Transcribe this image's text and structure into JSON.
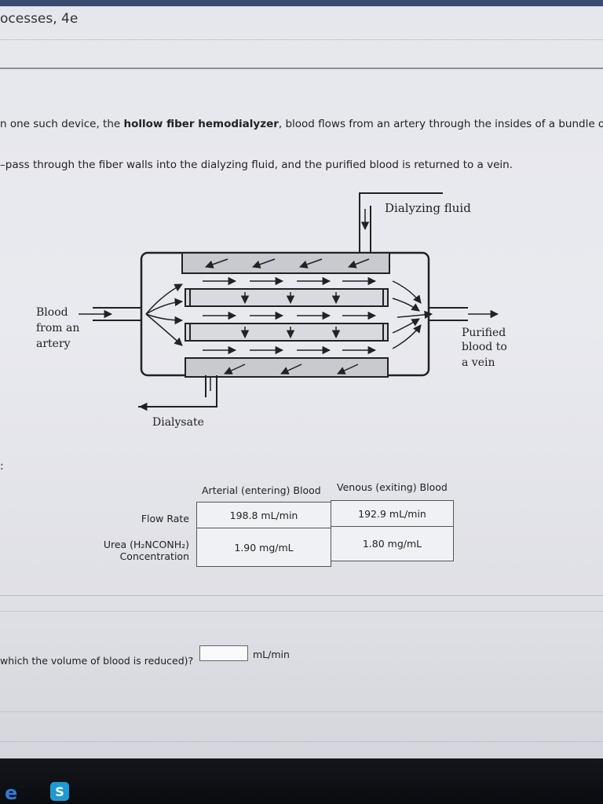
{
  "header": {
    "book_title": "ocesses, 4e"
  },
  "problem": {
    "line1_pre": "n one such device, the ",
    "line1_bold": "hollow fiber hemodialyzer",
    "line1_post": ", blood flows from an artery through the insides of a bundle o",
    "line2": "–pass through the fiber walls into the dialyzing fluid, and the purified blood is returned to a vein."
  },
  "diagram": {
    "dialyzing_fluid": "Dialyzing fluid",
    "blood_in": [
      "Blood",
      "from an",
      "artery"
    ],
    "blood_out": [
      "Purified",
      "blood to",
      "a vein"
    ],
    "dialysate": "Dialysate"
  },
  "side_mark": ":",
  "table": {
    "col_headers": [
      "Arterial (entering) Blood",
      "Venous (exiting) Blood"
    ],
    "rows": [
      {
        "label": [
          "Flow Rate"
        ],
        "values": [
          "198.8 mL/min",
          "192.9 mL/min"
        ]
      },
      {
        "label": [
          "Urea (H₂NCONH₂)",
          "Concentration"
        ],
        "values": [
          "1.90 mg/mL",
          "1.80 mg/mL"
        ]
      }
    ]
  },
  "question": {
    "text": "which the volume of blood is reduced)?",
    "input_value": "",
    "unit": "mL/min"
  },
  "taskbar": {
    "ie_icon": "internet-explorer-icon",
    "skype_icon": "skype-icon",
    "ie_glyph": "e",
    "skype_glyph": "S"
  },
  "colors": {
    "topbar": "#3b4a70",
    "skype": "#1d9ad6",
    "ie": "#2e7ad8"
  }
}
